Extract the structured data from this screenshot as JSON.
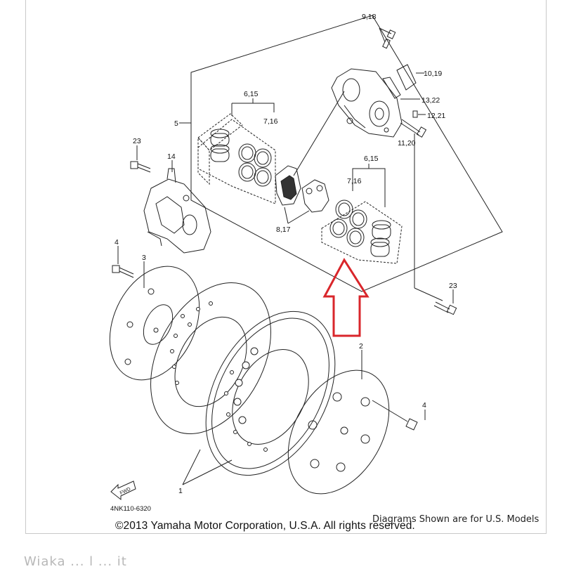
{
  "toolbar": {
    "icons": [
      "zoom-reset-icon",
      "zoom-out-icon",
      "zoom-in-icon"
    ],
    "color": "#e0262b"
  },
  "diagram": {
    "part_code": "4NK110-6320",
    "callouts": {
      "c_9_18": "9,18",
      "c_10_19": "10,19",
      "c_13_22": "13,22",
      "c_12_21": "12,21",
      "c_11_20": "11,20",
      "c_6_15_a": "6,15",
      "c_7_16_a": "7,16",
      "c_6_15_b": "6,15",
      "c_7_16_b": "7,16",
      "c_8_17": "8,17",
      "c_5": "5",
      "c_23_a": "23",
      "c_14": "14",
      "c_4_a": "4",
      "c_3": "3",
      "c_23_b": "23",
      "c_2": "2",
      "c_4_b": "4",
      "c_1": "1"
    },
    "fwd_label": "FWD",
    "annotation_color": "#d9262b"
  },
  "footer": {
    "copyright": "©2013 Yamaha Motor Corporation, U.S.A. All rights reserved.",
    "disclaimer": "Diagrams Shown are for U.S. Models"
  },
  "below_text": "Wiaka ... l ... it"
}
